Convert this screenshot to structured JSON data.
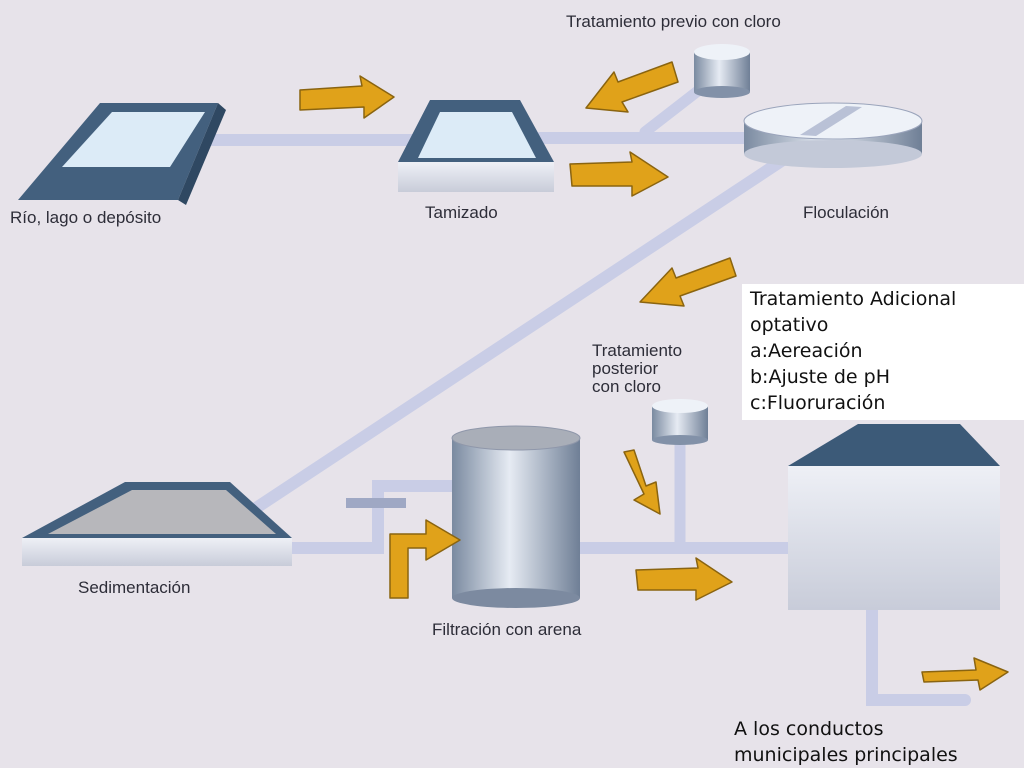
{
  "labels": {
    "source": "Río, lago o depósito",
    "screening": "Tamizado",
    "flocculation": "Floculación",
    "pre_chlorination": "Tratamiento previo con cloro",
    "sedimentation": "Sedimentación",
    "sand_filtration": "Filtración con arena",
    "post_chlorination": [
      "Tratamiento",
      "posterior",
      "con cloro"
    ]
  },
  "additional_treatment": {
    "title_lines": [
      "Tratamiento Adicional",
      "optativo"
    ],
    "items": [
      "a:Aereación",
      "b:Ajuste de pH",
      "c:Fluoruración"
    ]
  },
  "destination": [
    "A los conductos",
    "municipales principales"
  ],
  "colors": {
    "arrow": "#e0a21a",
    "pipe": "#c9cde6",
    "background": "#e7e3ea",
    "tank_top": "#3c5a78"
  }
}
